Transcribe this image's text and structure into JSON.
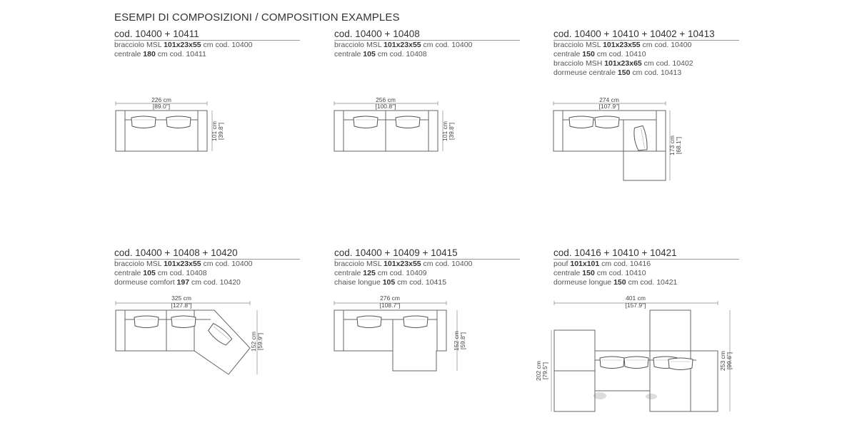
{
  "title": "ESEMPI DI COMPOSIZIONI / COMPOSITION EXAMPLES",
  "compositions": [
    {
      "code": "cod. 10400 + 10411",
      "lines": [
        [
          "bracciolo MSL ",
          "101x23x55",
          " cm cod. 10400"
        ],
        [
          "centrale ",
          "180",
          " cm cod. 10411"
        ]
      ],
      "width_cm": "226 cm",
      "width_in": "[89.0\"]",
      "depth_cm": "101 cm",
      "depth_in": "[39.8\"]"
    },
    {
      "code": "cod. 10400 + 10408",
      "lines": [
        [
          "bracciolo MSL ",
          "101x23x55",
          " cm cod. 10400"
        ],
        [
          "centrale ",
          "105",
          " cm cod. 10408"
        ]
      ],
      "width_cm": "256 cm",
      "width_in": "[100.8\"]",
      "depth_cm": "101 cm",
      "depth_in": "[39.8\"]"
    },
    {
      "code": "cod. 10400 + 10410 + 10402 + 10413",
      "lines": [
        [
          "bracciolo MSL ",
          "101x23x55",
          " cm cod. 10400"
        ],
        [
          "centrale ",
          "150",
          " cm cod. 10410"
        ],
        [
          "bracciolo MSH ",
          "101x23x65",
          " cm cod. 10402"
        ],
        [
          "dormeuse centrale ",
          "150",
          " cm cod. 10413"
        ]
      ],
      "width_cm": "274 cm",
      "width_in": "[107.9\"]",
      "depth_cm": "173 cm",
      "depth_in": "[68.1\"]"
    },
    {
      "code": "cod. 10400 + 10408 + 10420",
      "lines": [
        [
          "bracciolo MSL ",
          "101x23x55",
          " cm cod. 10400"
        ],
        [
          "centrale ",
          "105",
          " cm cod. 10408"
        ],
        [
          "dormeuse comfort ",
          "197",
          " cm cod. 10420"
        ]
      ],
      "width_cm": "325 cm",
      "width_in": "[127.8\"]",
      "depth_cm": "152 cm",
      "depth_in": "[59.9\"]"
    },
    {
      "code": "cod. 10400 + 10409 + 10415",
      "lines": [
        [
          "bracciolo MSL ",
          "101x23x55",
          " cm cod. 10400"
        ],
        [
          "centrale ",
          "125",
          " cm cod. 10409"
        ],
        [
          "chaise longue ",
          "105",
          " cm cod. 10415"
        ]
      ],
      "width_cm": "276 cm",
      "width_in": "[108.7\"]",
      "depth_cm": "152 cm",
      "depth_in": "[59.8\"]"
    },
    {
      "code": "cod. 10416 + 10410 + 10421",
      "lines": [
        [
          "pouf ",
          "101x101",
          " cm cod. 10416"
        ],
        [
          "centrale ",
          "150",
          " cm cod. 10410"
        ],
        [
          "dormeuse longue ",
          "150",
          " cm cod. 10421"
        ]
      ],
      "width_cm": "401 cm",
      "width_in": "[157.9\"]",
      "depth_cm": "253 cm",
      "depth_in": "[99.6\"]",
      "depth2_cm": "202 cm",
      "depth2_in": "[79.5\"]"
    }
  ]
}
